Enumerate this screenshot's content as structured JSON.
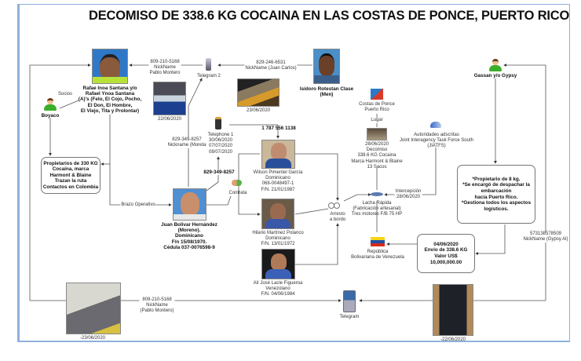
{
  "title": "DECOMISO DE 338.6 KG COCAINA EN LAS COSTAS DE PONCE, PUERTO RICO",
  "nodes": {
    "rafael": {
      "lines": [
        "Rafae Inoa Santana y/o",
        "Rafael Ynoa Santana",
        "(A)'s (Felo, El Cojo, Pocho,",
        "El Don, El Hombre,",
        "El Viejo, Tita y Prolontar)"
      ]
    },
    "isidoro": {
      "lines": [
        "Isidoro Rotestan Clase",
        "(Men)"
      ]
    },
    "gassan": {
      "label": "Gassan y/o Gypsy"
    },
    "boyaco": {
      "label": "Boyaco"
    },
    "juan": {
      "lines": [
        "Juan Bolivar Hernández",
        "(Moreno).",
        "Dominicano",
        "F/n 15/08/1970.",
        "Cédula 037-0076598-9"
      ]
    },
    "wilson": {
      "lines": [
        "Wilson Pimentel García",
        "Dominicano",
        "068-0048497-1",
        "F/N. 21/01/1987"
      ]
    },
    "hilario": {
      "lines": [
        "Hilario Martínez Polanco",
        "Dominicano",
        "F/N. 13/01/1972"
      ]
    },
    "ali": {
      "lines": [
        "Alí José Lacle Figueroa",
        "Venezolano",
        "F/N. 04/06/1984"
      ]
    },
    "telegram2": {
      "label": "Telegram 2"
    },
    "telegram": {
      "label": "Telegram"
    },
    "telephone1": {
      "lines": [
        "Telephone 1",
        "30/06/2020",
        "07/07/2020",
        "08/07/2020"
      ]
    },
    "contrata": {
      "label": "Contrata"
    },
    "arresto": {
      "lines": [
        "Arresto",
        "a bordo"
      ]
    },
    "costas": {
      "lines": [
        "Costas de Ponce",
        "Puerto Rico"
      ]
    },
    "decomiso": {
      "lines": [
        "28/06/2020",
        "Decomiso",
        "338.6 KG Cocaina",
        "Marca Harmont & Blaine",
        "13 Sacos"
      ]
    },
    "lancha": {
      "lines": [
        "Lacha Rápida",
        "(Fabricación artesanal)",
        "Tres motores F/B 75 HP"
      ]
    },
    "venezuela": {
      "lines": [
        "República",
        "Bolivariana de Venezuela"
      ]
    },
    "autoridades": {
      "lines": [
        "Autoridades adscritas",
        "Joint Interagency Task Force South",
        "(JIATFS)"
      ]
    }
  },
  "boxes": {
    "propietarios": [
      "Propietarios de 330 KG",
      "Cocaina, marca",
      "Harmont & Blaine",
      "Trazan la ruta",
      "Contactos en Colombia"
    ],
    "gypsy_role": [
      "*Propietario de 8 kg.",
      "*Se encargó de despachar la",
      "embarcación",
      "hacia Puerto Rico.",
      "*Gestiona todos los aspectos",
      "logísticos."
    ],
    "envio": [
      "04/06/2020",
      "Envio de 338.6 KG",
      "Valor US$",
      "10,000,000.00"
    ]
  },
  "photos": {
    "photo_22": "22/06/2020",
    "photo_23": "23/06/2020",
    "photo_bl": "-23/06/2020",
    "photo_br": "-22/06/2020"
  },
  "links": {
    "pablo_top": [
      "809-210-5168",
      "NickName",
      "Pablo Montero"
    ],
    "juan_carlos": [
      "829-246-6531",
      "NickName (Juan Carlos)"
    ],
    "moreta": [
      "829-349-8257",
      "Nickname (Moreta"
    ],
    "juan_phone": "829-349-8257",
    "tel_number": "1 787 556 1138",
    "socios": "Socios",
    "brazo": "Brazo Operativo",
    "lugar": "Lugar",
    "intercepcion": [
      "Intercepción",
      "28/06/2020"
    ],
    "gypsy_phone": [
      "573138578509",
      "NickName (Gypsy Al)"
    ],
    "pablo_bottom": [
      "809-210-5168",
      "NickName",
      "(Pablo Montero)"
    ]
  },
  "colors": {
    "frame": "#8fb0dc",
    "line": "#555555",
    "person_green": "#3cae2a"
  }
}
